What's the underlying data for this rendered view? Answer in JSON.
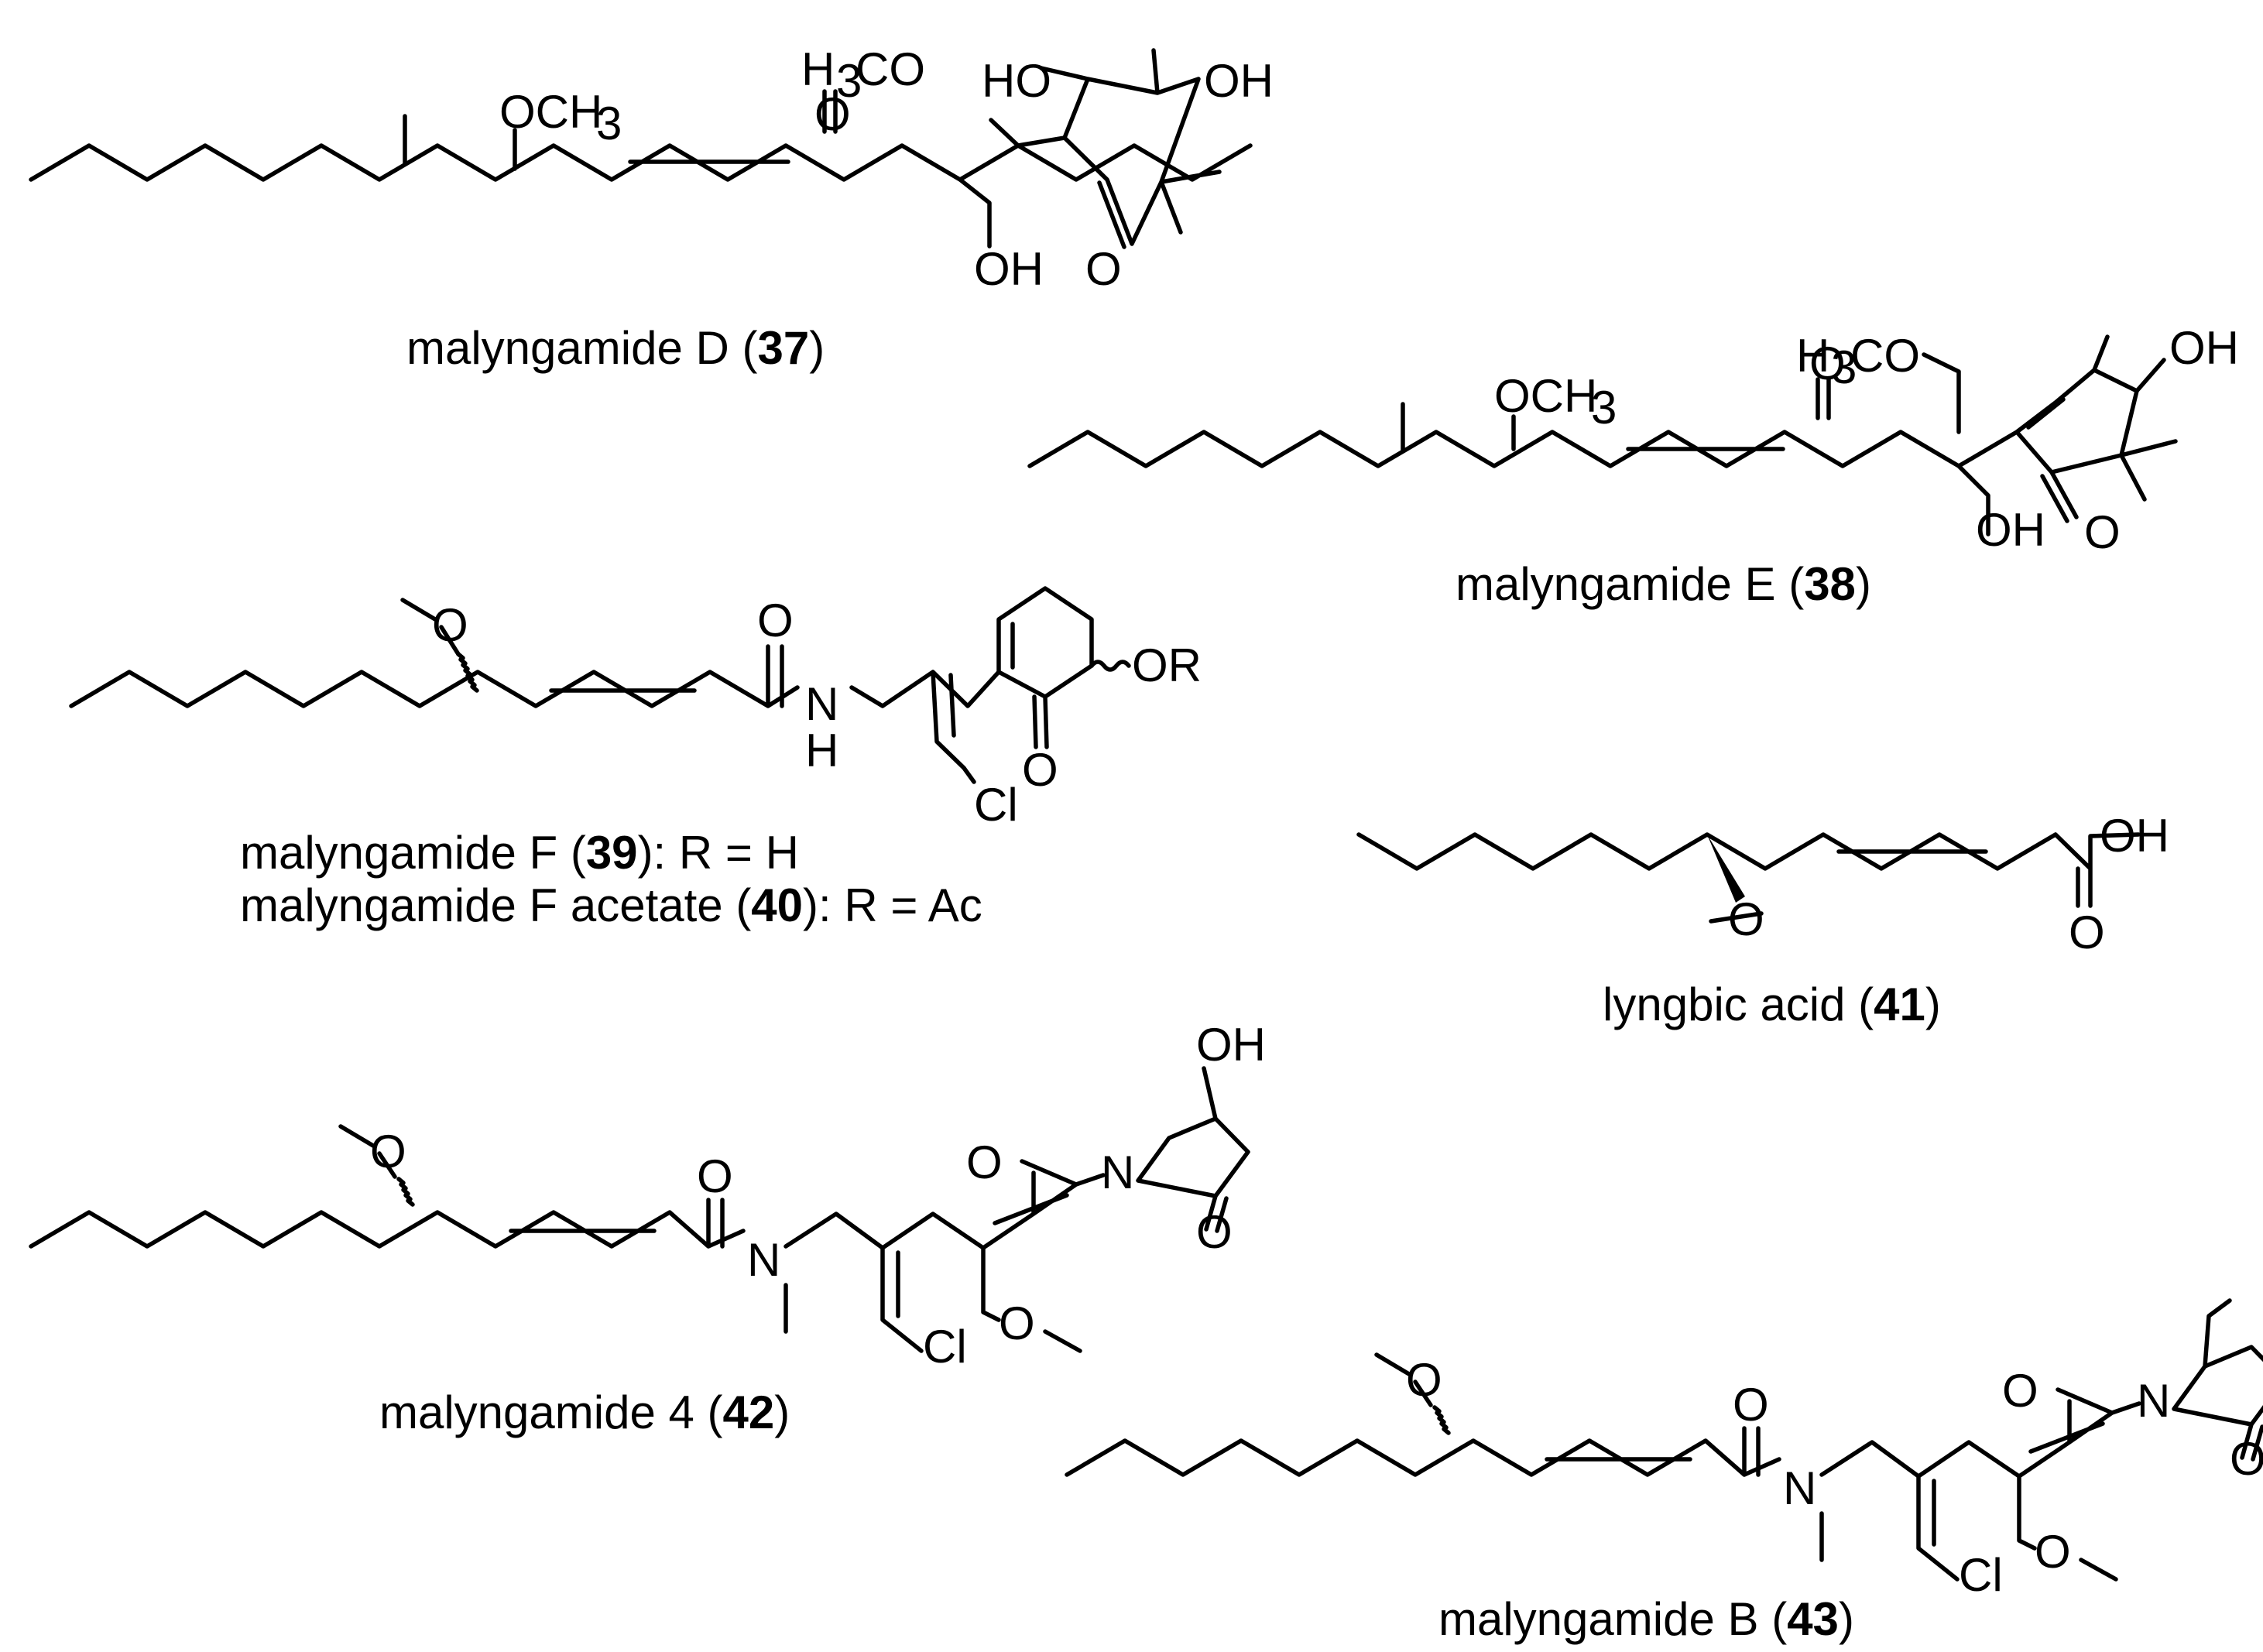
{
  "compounds": {
    "c37": {
      "atoms": [
        "OCH",
        "3",
        "H",
        "3",
        "CO",
        "O",
        "HO",
        "OH",
        "OH",
        "O"
      ],
      "caption": {
        "name": "malyngamide D (",
        "number": "37",
        "close": ")"
      }
    },
    "c38": {
      "atoms": [
        "OCH",
        "3",
        "H",
        "3",
        "CO",
        "O",
        "OH",
        "OH",
        "O"
      ],
      "caption": {
        "name": "malyngamide E (",
        "number": "38",
        "close": ")"
      }
    },
    "c39": {
      "atoms": [
        "O",
        "O",
        "N",
        "H",
        "O",
        "OR",
        "Cl"
      ],
      "caption_lines": [
        {
          "name": "malyngamide F (",
          "number": "39",
          "rest": "): R = H"
        },
        {
          "name": "malyngamide F acetate (",
          "number": "40",
          "rest": "): R = Ac"
        }
      ]
    },
    "c41": {
      "atoms": [
        "O",
        "OH",
        "O"
      ],
      "caption": {
        "name": "lyngbic acid (",
        "number": "41",
        "close": ")"
      }
    },
    "c42": {
      "atoms": [
        "O",
        "O",
        "N",
        "Cl",
        "O",
        "O",
        "N",
        "OH",
        "O"
      ],
      "caption": {
        "name": "malyngamide 4 (",
        "number": "42",
        "close": ")"
      }
    },
    "c43": {
      "atoms": [
        "O",
        "O",
        "N",
        "Cl",
        "O",
        "O",
        "N",
        "O"
      ],
      "caption": {
        "name": "malyngamide B (",
        "number": "43",
        "close": ")"
      }
    }
  }
}
